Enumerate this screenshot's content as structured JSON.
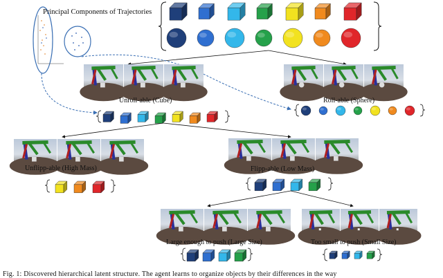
{
  "figure": {
    "pca_title": "Principal Components of Trajectories",
    "labels": {
      "unroll": "Unroll-able (Cube)",
      "roll": "Roll-able (Sphere)",
      "unflip": "Unflipp-able (High Mass)",
      "flip": "Flipp-able (Low Mass)",
      "large": "Large enough to push (Large Size)",
      "small": "Too small to push (Small Size)"
    },
    "caption": "Fig. 1: Discovered hierarchical latent structure. The agent learns to organize objects by their differences in the way"
  },
  "colors": {
    "dark_blue": "#1f3f7a",
    "blue": "#2f6fd0",
    "light_blue": "#33b7ea",
    "green": "#25a14a",
    "yellow": "#f2e21f",
    "orange": "#f08a1e",
    "red": "#e0262a",
    "sky": "#c6d3e2",
    "ground": "#5b4a40",
    "arrow": "#3a6fb4"
  }
}
